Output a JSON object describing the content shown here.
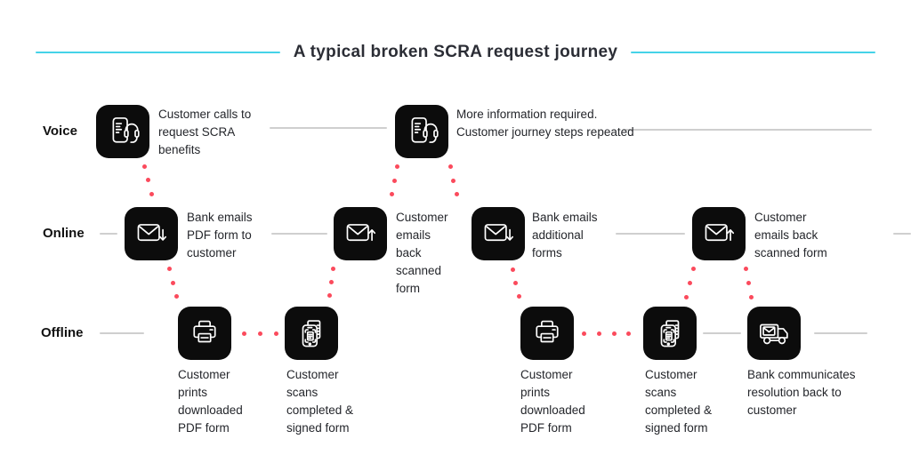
{
  "title": "A typical broken SCRA request journey",
  "lanes": [
    {
      "label": "Voice"
    },
    {
      "label": "Online"
    },
    {
      "label": "Offline"
    }
  ],
  "nodes": [
    {
      "id": "voice-call-1",
      "icon": "phone-headset-icon",
      "caption": "Customer calls to request SCRA benefits"
    },
    {
      "id": "voice-call-2",
      "icon": "phone-headset-icon",
      "caption": "More information required. Customer journey steps repeated"
    },
    {
      "id": "email-down-1",
      "icon": "email-download-icon",
      "caption": "Bank emails PDF form to customer"
    },
    {
      "id": "email-up-1",
      "icon": "email-upload-icon",
      "caption": "Customer emails back scanned form"
    },
    {
      "id": "email-down-2",
      "icon": "email-download-icon",
      "caption": "Bank emails additional forms"
    },
    {
      "id": "email-up-2",
      "icon": "email-upload-icon",
      "caption": "Customer emails  back scanned form"
    },
    {
      "id": "print-1",
      "icon": "printer-icon",
      "caption": "Customer prints downloaded PDF form"
    },
    {
      "id": "scan-1",
      "icon": "phone-scan-icon",
      "caption": "Customer scans completed & signed form"
    },
    {
      "id": "print-2",
      "icon": "printer-icon",
      "caption": "Customer prints downloaded PDF form"
    },
    {
      "id": "scan-2",
      "icon": "phone-scan-icon",
      "caption": "Customer scans completed & signed form"
    },
    {
      "id": "mail-truck",
      "icon": "mail-truck-icon",
      "caption": "Bank communicates resolution back to customer"
    }
  ],
  "colors": {
    "accent": "#45d3e8",
    "dot": "#fb4a5c",
    "icon_bg": "#0c0c0c",
    "text": "#24262b",
    "line": "#cfcfcf"
  }
}
